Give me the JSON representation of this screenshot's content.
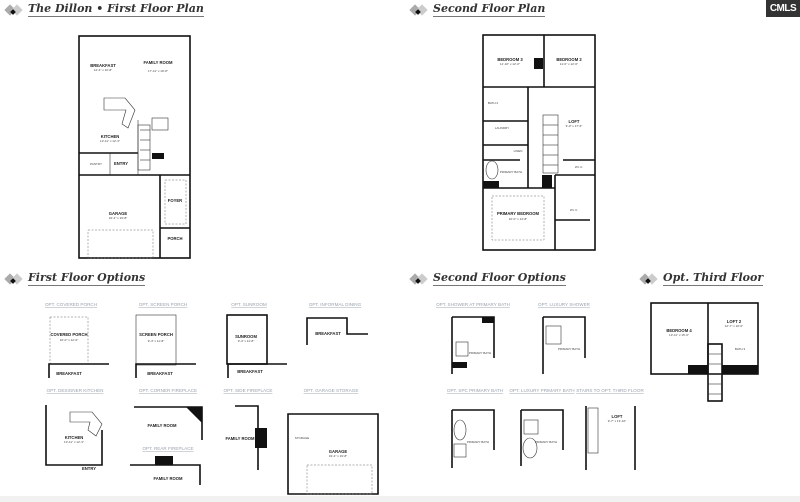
{
  "logo": {
    "text": "CMLS"
  },
  "headers": {
    "first_floor": "The Dillon • First Floor Plan",
    "second_floor": "Second Floor Plan",
    "first_options": "First Floor Options",
    "second_options": "Second Floor Options",
    "third_floor": "Opt. Third Floor"
  },
  "first_floor": {
    "breakfast": {
      "label": "BREAKFAST",
      "dims": "14'-4\" x 10'-8\""
    },
    "family": {
      "label": "FAMILY ROOM",
      "dims": "17'-11\" x 19'-8\""
    },
    "kitchen": {
      "label": "KITCHEN",
      "dims": "13'-11\" x 12'-3\""
    },
    "pantry": "PANTRY",
    "entry": "ENTRY",
    "foyer": "FOYER",
    "garage": {
      "label": "GARAGE",
      "dims": "19'-4\" x 19'-8\""
    },
    "porch": "PORCH"
  },
  "second_floor": {
    "bedroom3": {
      "label": "BEDROOM 3",
      "dims": "11'-10\" x 12'-0\""
    },
    "bedroom2": {
      "label": "BEDROOM 2",
      "dims": "11'-0\" x 12'-0\""
    },
    "bath2": "BATH 2",
    "laundry": "LAUNDRY",
    "loft": {
      "label": "LOFT",
      "dims": "9'-0\" x 17'-6\""
    },
    "wic1": "W.I.C.",
    "wic2": "W.I.C.",
    "primary_bath": "PRIMARY BATH",
    "primary_bedroom": {
      "label": "PRIMARY BEDROOM",
      "dims": "16'-0\" x 14'-8\""
    },
    "linen": "LINEN"
  },
  "first_options": [
    {
      "caption": "OPT. COVERED PORCH",
      "room": "COVERED PORCH",
      "dims": "10'-0\" x 12'-0\"",
      "adjacent": "BREAKFAST"
    },
    {
      "caption": "OPT. SCREEN PORCH",
      "room": "SCREEN PORCH",
      "dims": "9'-4\" x 11'-8\"",
      "adjacent": "BREAKFAST"
    },
    {
      "caption": "OPT. SUNROOM",
      "room": "SUNROOM",
      "dims": "9'-4\" x 11'-8\"",
      "adjacent": "BREAKFAST"
    },
    {
      "caption": "OPT. INFORMAL DINING",
      "room": "BREAKFAST"
    },
    {
      "caption": "OPT. DESIGNER KITCHEN",
      "room": "KITCHEN",
      "dims": "13'-11\" x 12'-3\"",
      "adjacent": "ENTRY"
    },
    {
      "caption": "OPT. CORNER FIREPLACE",
      "room": "FAMILY ROOM"
    },
    {
      "caption": "OPT. REAR FIREPLACE",
      "room": "FAMILY ROOM"
    },
    {
      "caption": "OPT. SIDE FIREPLACE",
      "room": "FAMILY ROOM"
    },
    {
      "caption": "OPT. GARAGE STORAGE",
      "room": "GARAGE",
      "dims": "19'-4\" x 19'-8\"",
      "adjacent": "STORAGE"
    }
  ],
  "second_options": [
    {
      "caption": "OPT. SHOWER AT PRIMARY BATH",
      "room": "PRIMARY BATH"
    },
    {
      "caption": "OPT. LUXURY SHOWER",
      "room": "PRIMARY BATH"
    },
    {
      "caption": "OPT. SPC PRIMARY BATH",
      "room": "PRIMARY BATH"
    },
    {
      "caption": "OPT. LUXURY PRIMARY BATH",
      "room": "PRIMARY BATH"
    },
    {
      "caption": "STAIRS TO OPT. THIRD FLOOR",
      "room": "LOFT",
      "dims": "9'-7\" x 13'-10\""
    }
  ],
  "third_floor": {
    "bedroom4": {
      "label": "BEDROOM 4",
      "dims": "13'-11\" x 15'-0\""
    },
    "loft2": {
      "label": "LOFT 2",
      "dims": "12'-7\" x 10'-0\""
    },
    "bath3": "BATH 3"
  }
}
